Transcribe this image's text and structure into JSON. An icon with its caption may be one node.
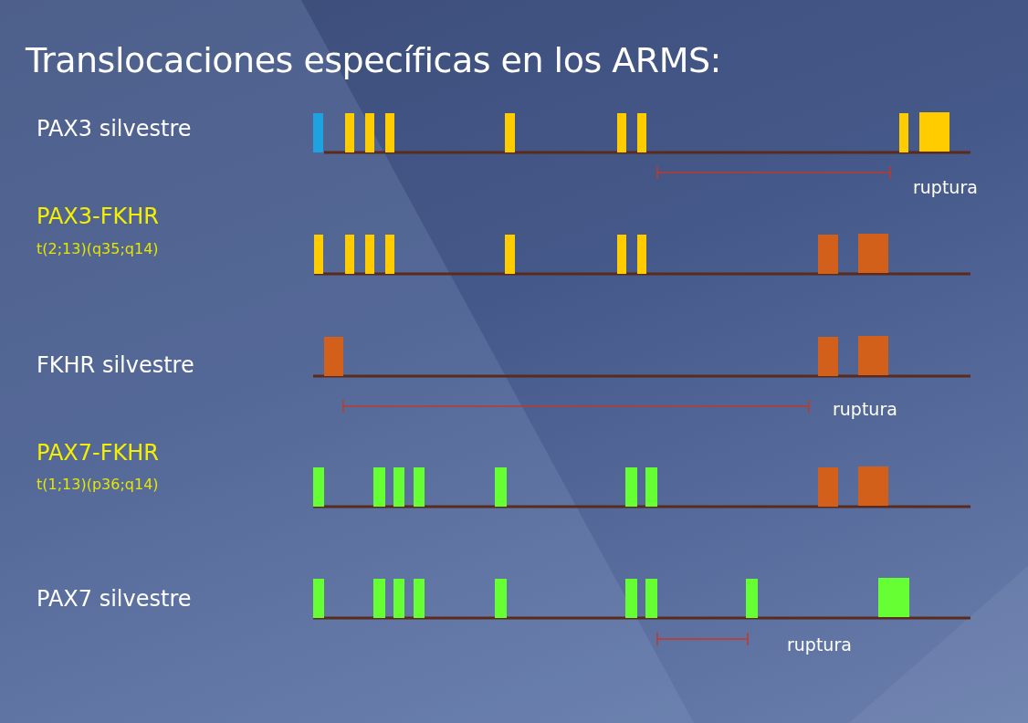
{
  "diagram": {
    "title": "Translocaciones específicas en los ARMS:",
    "labels": [
      "PAX3 silvestre",
      "ruptura",
      "PAX3-FKHR",
      "t(2;13)(q35;q14)",
      "FKHR silvestre",
      "ruptura",
      "PAX7-FKHR",
      "t(1;13)(p36;q14)",
      "PAX7 silvestre",
      "ruptura"
    ]
  }
}
